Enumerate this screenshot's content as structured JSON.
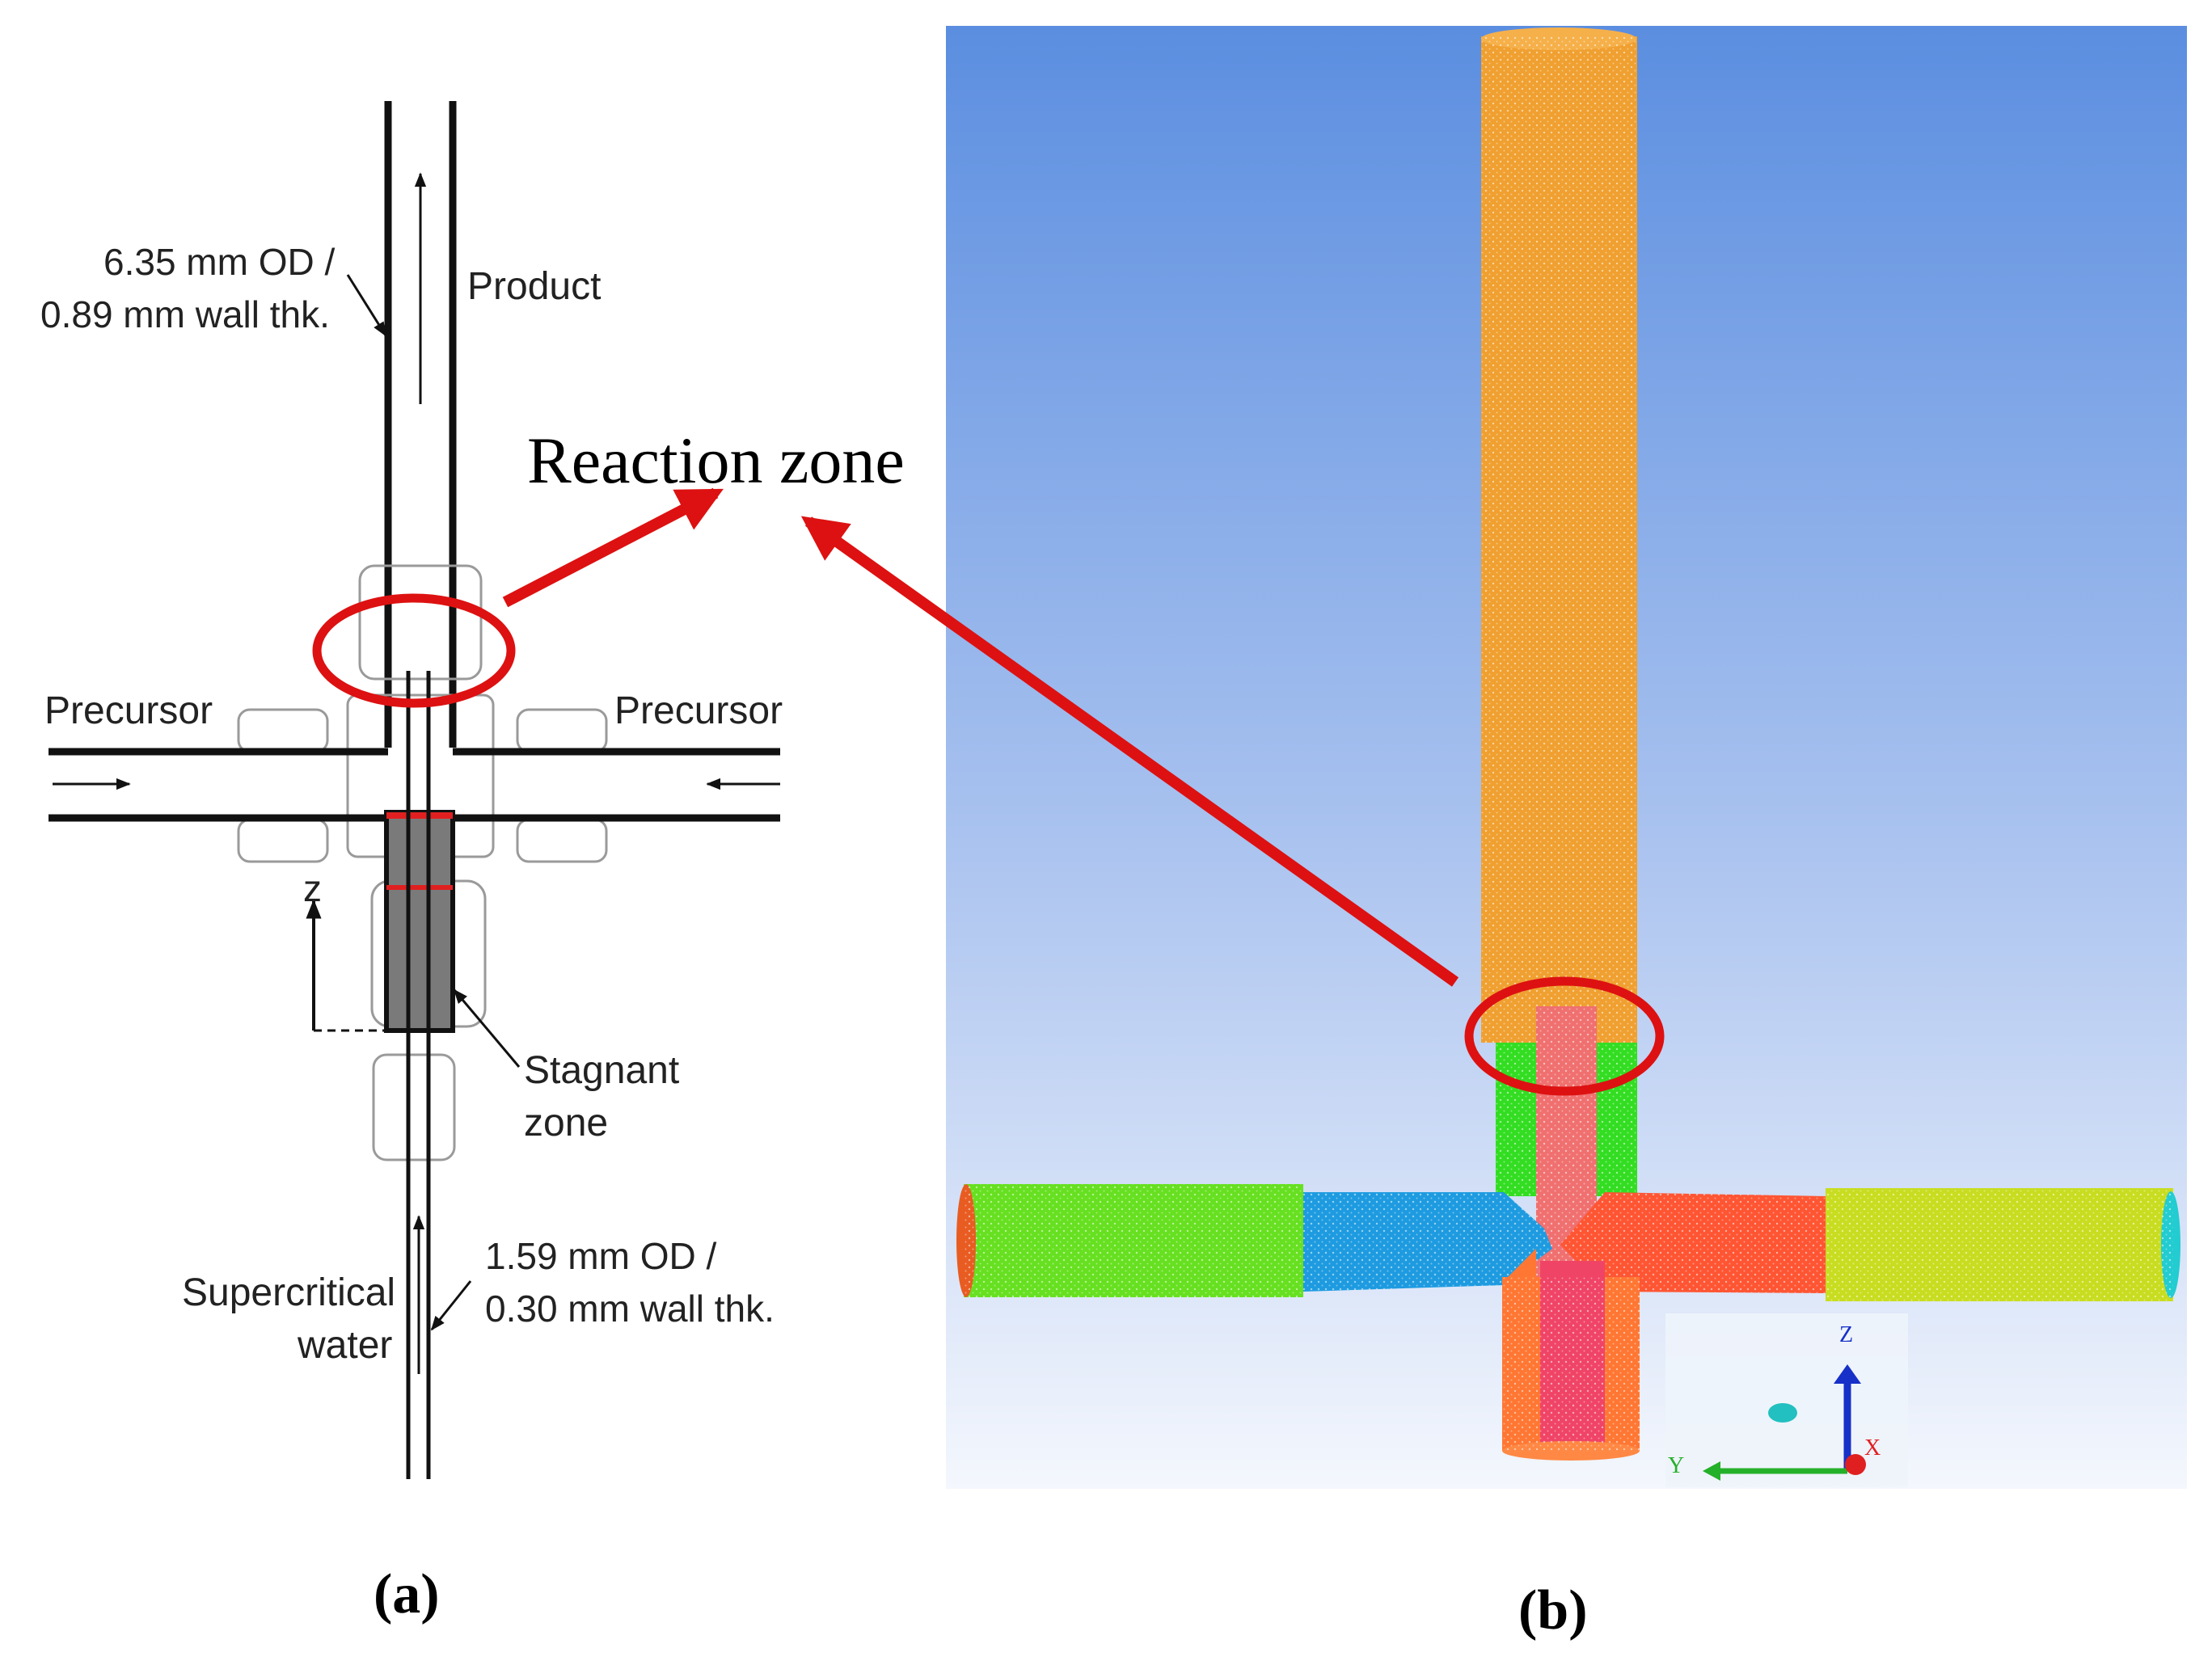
{
  "panel_a": {
    "caption": "(a)",
    "labels": {
      "outer_tube_od": "6.35 mm OD /",
      "outer_tube_wall": "0.89 mm wall thk.",
      "product": "Product",
      "precursor_left": "Precursor",
      "precursor_right": "Precursor",
      "z_axis": "z",
      "stagnant_1": "Stagnant",
      "stagnant_2": "zone",
      "inner_tube_od": "1.59 mm OD /",
      "inner_tube_wall": "0.30 mm wall thk.",
      "scw_1": "Supercritical",
      "scw_2": "water"
    }
  },
  "panel_b": {
    "caption": "(b)",
    "axis_triad": {
      "z": "Z",
      "y": "Y",
      "x": "X"
    },
    "colors": {
      "background_top": "#5b8ee0",
      "background_bottom": "#f4f7fd",
      "outlet_tube": "#f0a030",
      "sc_inlet": "#33dd22",
      "left_inlet_outer": "#66e020",
      "left_inlet_inner": "#1e9be0",
      "right_inlet_inner": "#ff5533",
      "right_inlet_outer": "#c8dd20",
      "bottom_stub": "#ff7733"
    }
  },
  "annotation": {
    "reaction_zone": "Reaction zone",
    "highlight_color": "#dd1111"
  }
}
